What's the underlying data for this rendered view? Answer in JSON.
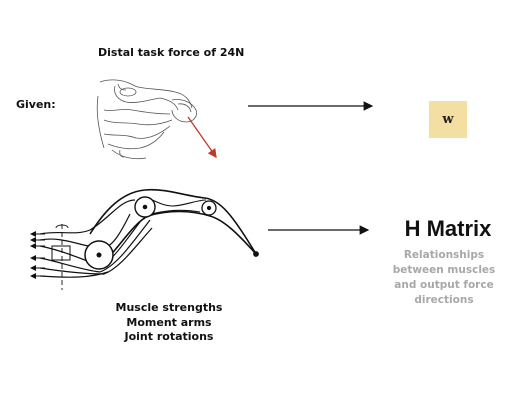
{
  "top": {
    "task_force_label": "Distal task force of 24N",
    "given_label": "Given:"
  },
  "w_box": {
    "symbol": "w",
    "color": "#f3dfa2"
  },
  "bottom": {
    "model_labels": [
      "Muscle strengths",
      "Moment arms",
      "Joint rotations"
    ],
    "h_matrix_title": "H Matrix",
    "h_matrix_description": "Relationships between muscles and output force directions"
  },
  "colors": {
    "force_arrow": "#c0392b",
    "description_text": "#a8a8a8"
  }
}
